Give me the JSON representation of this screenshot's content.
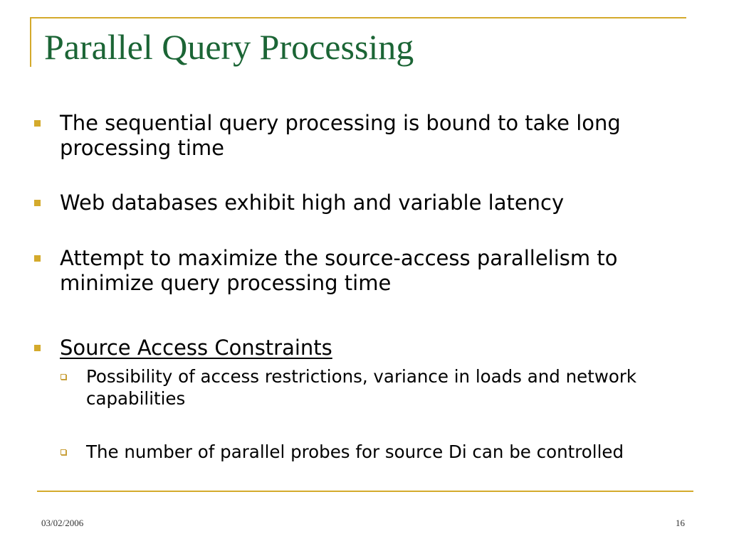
{
  "slide": {
    "title": "Parallel Query Processing",
    "bullets": [
      {
        "text": "The sequential query processing is bound to take long processing time"
      },
      {
        "text": "Web databases exhibit high and variable latency"
      },
      {
        "text": "Attempt to maximize the source-access parallelism to minimize query processing time"
      },
      {
        "text": "Source Access Constraints"
      }
    ],
    "sub_bullets": [
      {
        "text": "Possibility of access restrictions, variance in loads and  network capabilities"
      },
      {
        "text": "The number of parallel probes for source Di can be controlled"
      }
    ]
  },
  "footer": {
    "date": "03/02/2006",
    "page_number": "16"
  },
  "colors": {
    "title": "#1b6535",
    "accent": "#d4aa2c",
    "text": "#000000"
  }
}
